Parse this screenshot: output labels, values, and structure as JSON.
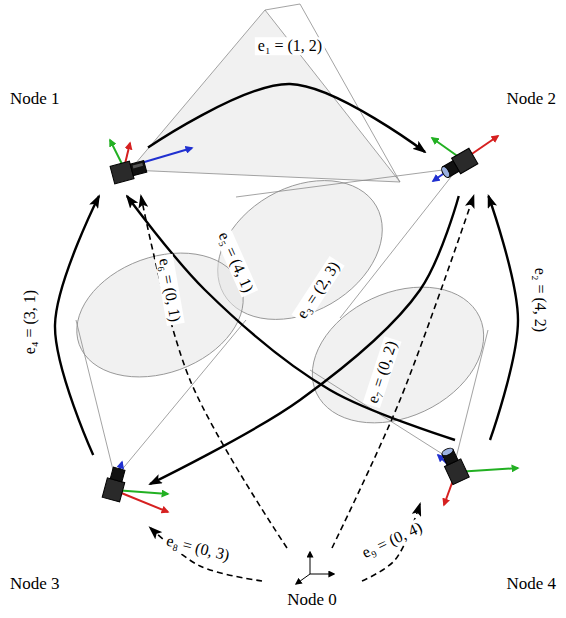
{
  "diagram": {
    "nodes": [
      {
        "text": [
          "Node 1"
        ]
      },
      {
        "text": [
          "Node 2"
        ]
      },
      {
        "text": [
          "Node 3"
        ]
      },
      {
        "text": [
          "Node 4"
        ]
      },
      {
        "text": [
          "Node 0"
        ]
      }
    ],
    "edges": [
      {
        "from": 0,
        "to": 1,
        "arrow": "to",
        "label": "e₁ = (1, 2)"
      },
      {
        "from": 3,
        "to": 1,
        "arrow": "to",
        "label": "e₂ = (4, 2)"
      },
      {
        "from": 1,
        "to": 2,
        "arrow": "to",
        "label": "e₃ = (2, 3)"
      },
      {
        "from": 2,
        "to": 0,
        "arrow": "to",
        "label": "e₄ = (3, 1)"
      },
      {
        "from": 3,
        "to": 0,
        "arrow": "to",
        "label": "e₅ = (4, 1)"
      },
      {
        "from": 4,
        "to": 0,
        "arrow": "to",
        "label": "e₆ = (0, 1)"
      },
      {
        "from": 4,
        "to": 1,
        "arrow": "to",
        "label": "e₇ = (0, 2)"
      },
      {
        "from": 4,
        "to": 2,
        "arrow": "to",
        "label": "e₈ = (0, 3)"
      },
      {
        "from": 4,
        "to": 3,
        "arrow": "to",
        "label": "e₉ = (0, 4)"
      }
    ]
  }
}
